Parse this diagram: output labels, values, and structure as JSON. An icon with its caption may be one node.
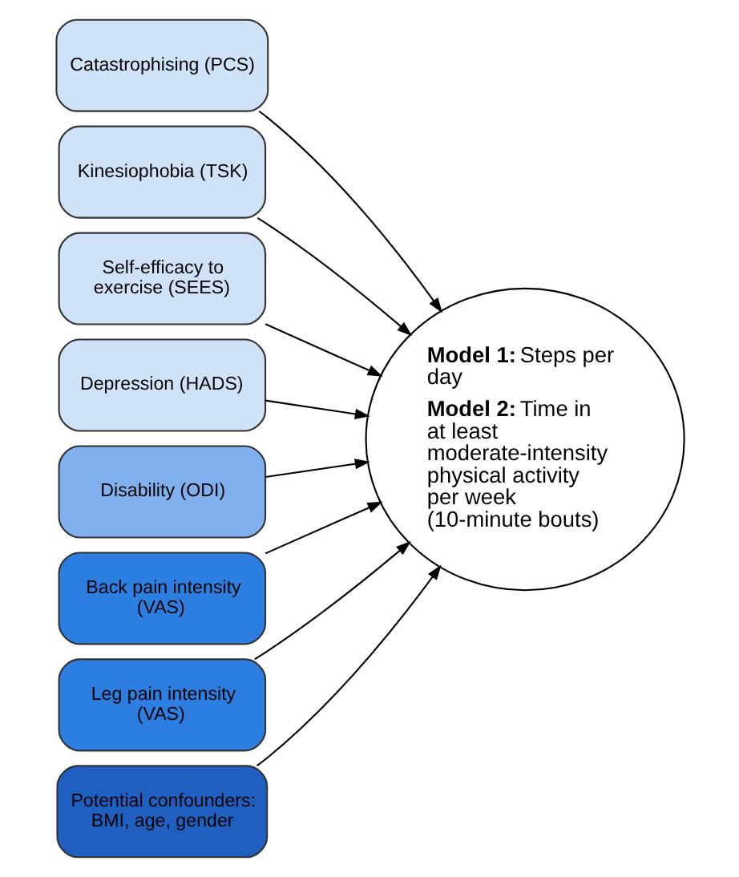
{
  "diagram": {
    "nodes": [
      {
        "text": [
          "Catastrophising (PCS)"
        ]
      },
      {
        "text": [
          "Kinesiophobia (TSK)"
        ]
      },
      {
        "text": [
          "Self-efficacy to exercise (SEES)"
        ]
      },
      {
        "text": [
          "Depression (HADS)"
        ]
      },
      {
        "text": [
          "Disability (ODI)"
        ]
      },
      {
        "text": [
          "Back pain intensity (VAS)"
        ]
      },
      {
        "text": [
          "Leg pain intensity (VAS)"
        ]
      },
      {
        "text": [
          "Potential confounders: BMI, age, gender"
        ]
      },
      {
        "text": [
          "**Model 1:** Steps per day",
          "**Model 2:** Time in at least moderate-intensity physical activity per week (10-minute bouts)"
        ]
      }
    ],
    "edges": [
      {
        "from": 0,
        "to": 8,
        "arrow": "to"
      },
      {
        "from": 1,
        "to": 8,
        "arrow": "to"
      },
      {
        "from": 2,
        "to": 8,
        "arrow": "to"
      },
      {
        "from": 3,
        "to": 8,
        "arrow": "to"
      },
      {
        "from": 4,
        "to": 8,
        "arrow": "to"
      },
      {
        "from": 5,
        "to": 8,
        "arrow": "to"
      },
      {
        "from": 6,
        "to": 8,
        "arrow": "to"
      },
      {
        "from": 7,
        "to": 8,
        "arrow": "to"
      }
    ]
  }
}
